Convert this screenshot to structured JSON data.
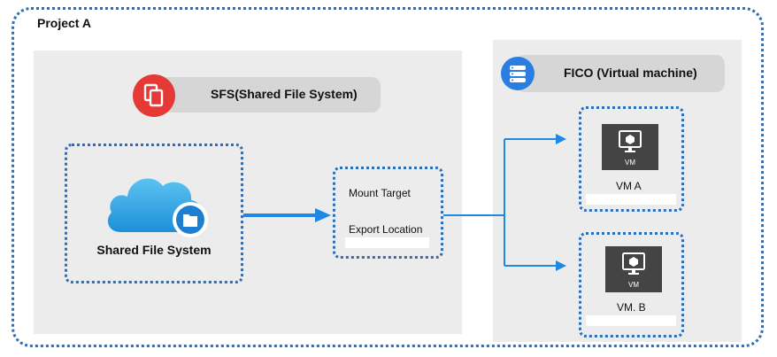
{
  "project": {
    "title": "Project A"
  },
  "sfs": {
    "header_label": "SFS(Shared File System)",
    "component_label": "Shared File System"
  },
  "mount": {
    "target_label": "Mount Target",
    "export_label": "Export Location"
  },
  "fico": {
    "header_label": "FICO (Virtual machine)",
    "vm_a": {
      "label": "VM A",
      "icon_text": "VM"
    },
    "vm_b": {
      "label": "VM. B",
      "icon_text": "VM"
    }
  },
  "colors": {
    "frame_blue": "#2f6db5",
    "arrow_blue": "#1e88e5",
    "sfs_red": "#e53935",
    "fico_blue": "#2a7de1",
    "panel_gray": "#ececec",
    "vm_dark": "#444444"
  },
  "icons": {
    "sfs_header": "copy-files-icon",
    "fico_header": "server-stack-icon",
    "shared_fs": "cloud-folder-icon",
    "vm": "vm-monitor-icon"
  }
}
